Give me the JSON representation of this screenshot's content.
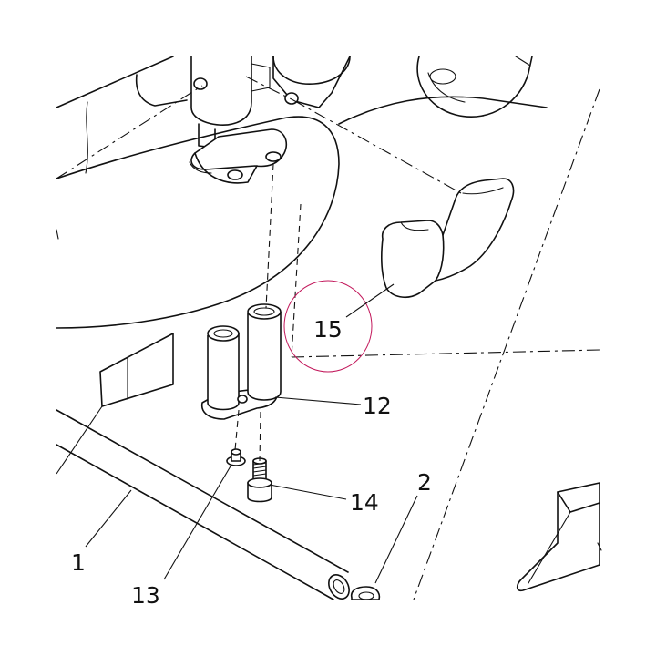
{
  "labels": {
    "p1": "1",
    "p2": "2",
    "p12": "12",
    "p13": "13",
    "p14": "14",
    "p15": "15"
  },
  "colors": {
    "line": "#111111",
    "highlight_circle": "#c2185b",
    "background": "#ffffff"
  }
}
